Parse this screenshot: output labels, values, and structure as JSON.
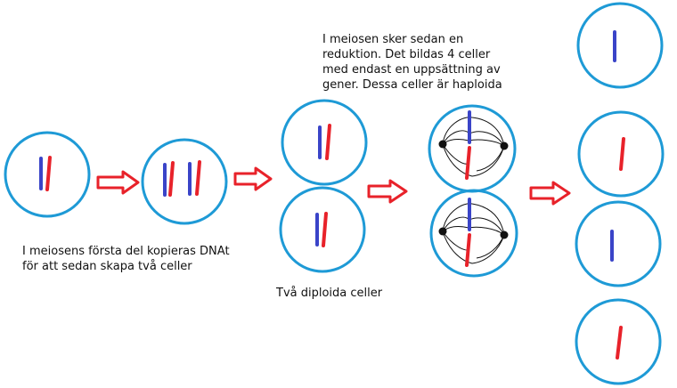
{
  "captions": {
    "copy": "I meiosens första del kopieras DNAt för att sedan skapa två celler",
    "diploid": "Två diploida celler",
    "reduction": "I meiosen sker sedan en reduktion. Det bildas 4 celler med endast en uppsättning av gener. Dessa celler är haploida"
  },
  "colors": {
    "cell_border": "#1e9ad6",
    "chromosome_blue": "#3a44c8",
    "chromosome_red": "#e8222a",
    "arrow": "#e8222a",
    "spindle": "#111111"
  }
}
